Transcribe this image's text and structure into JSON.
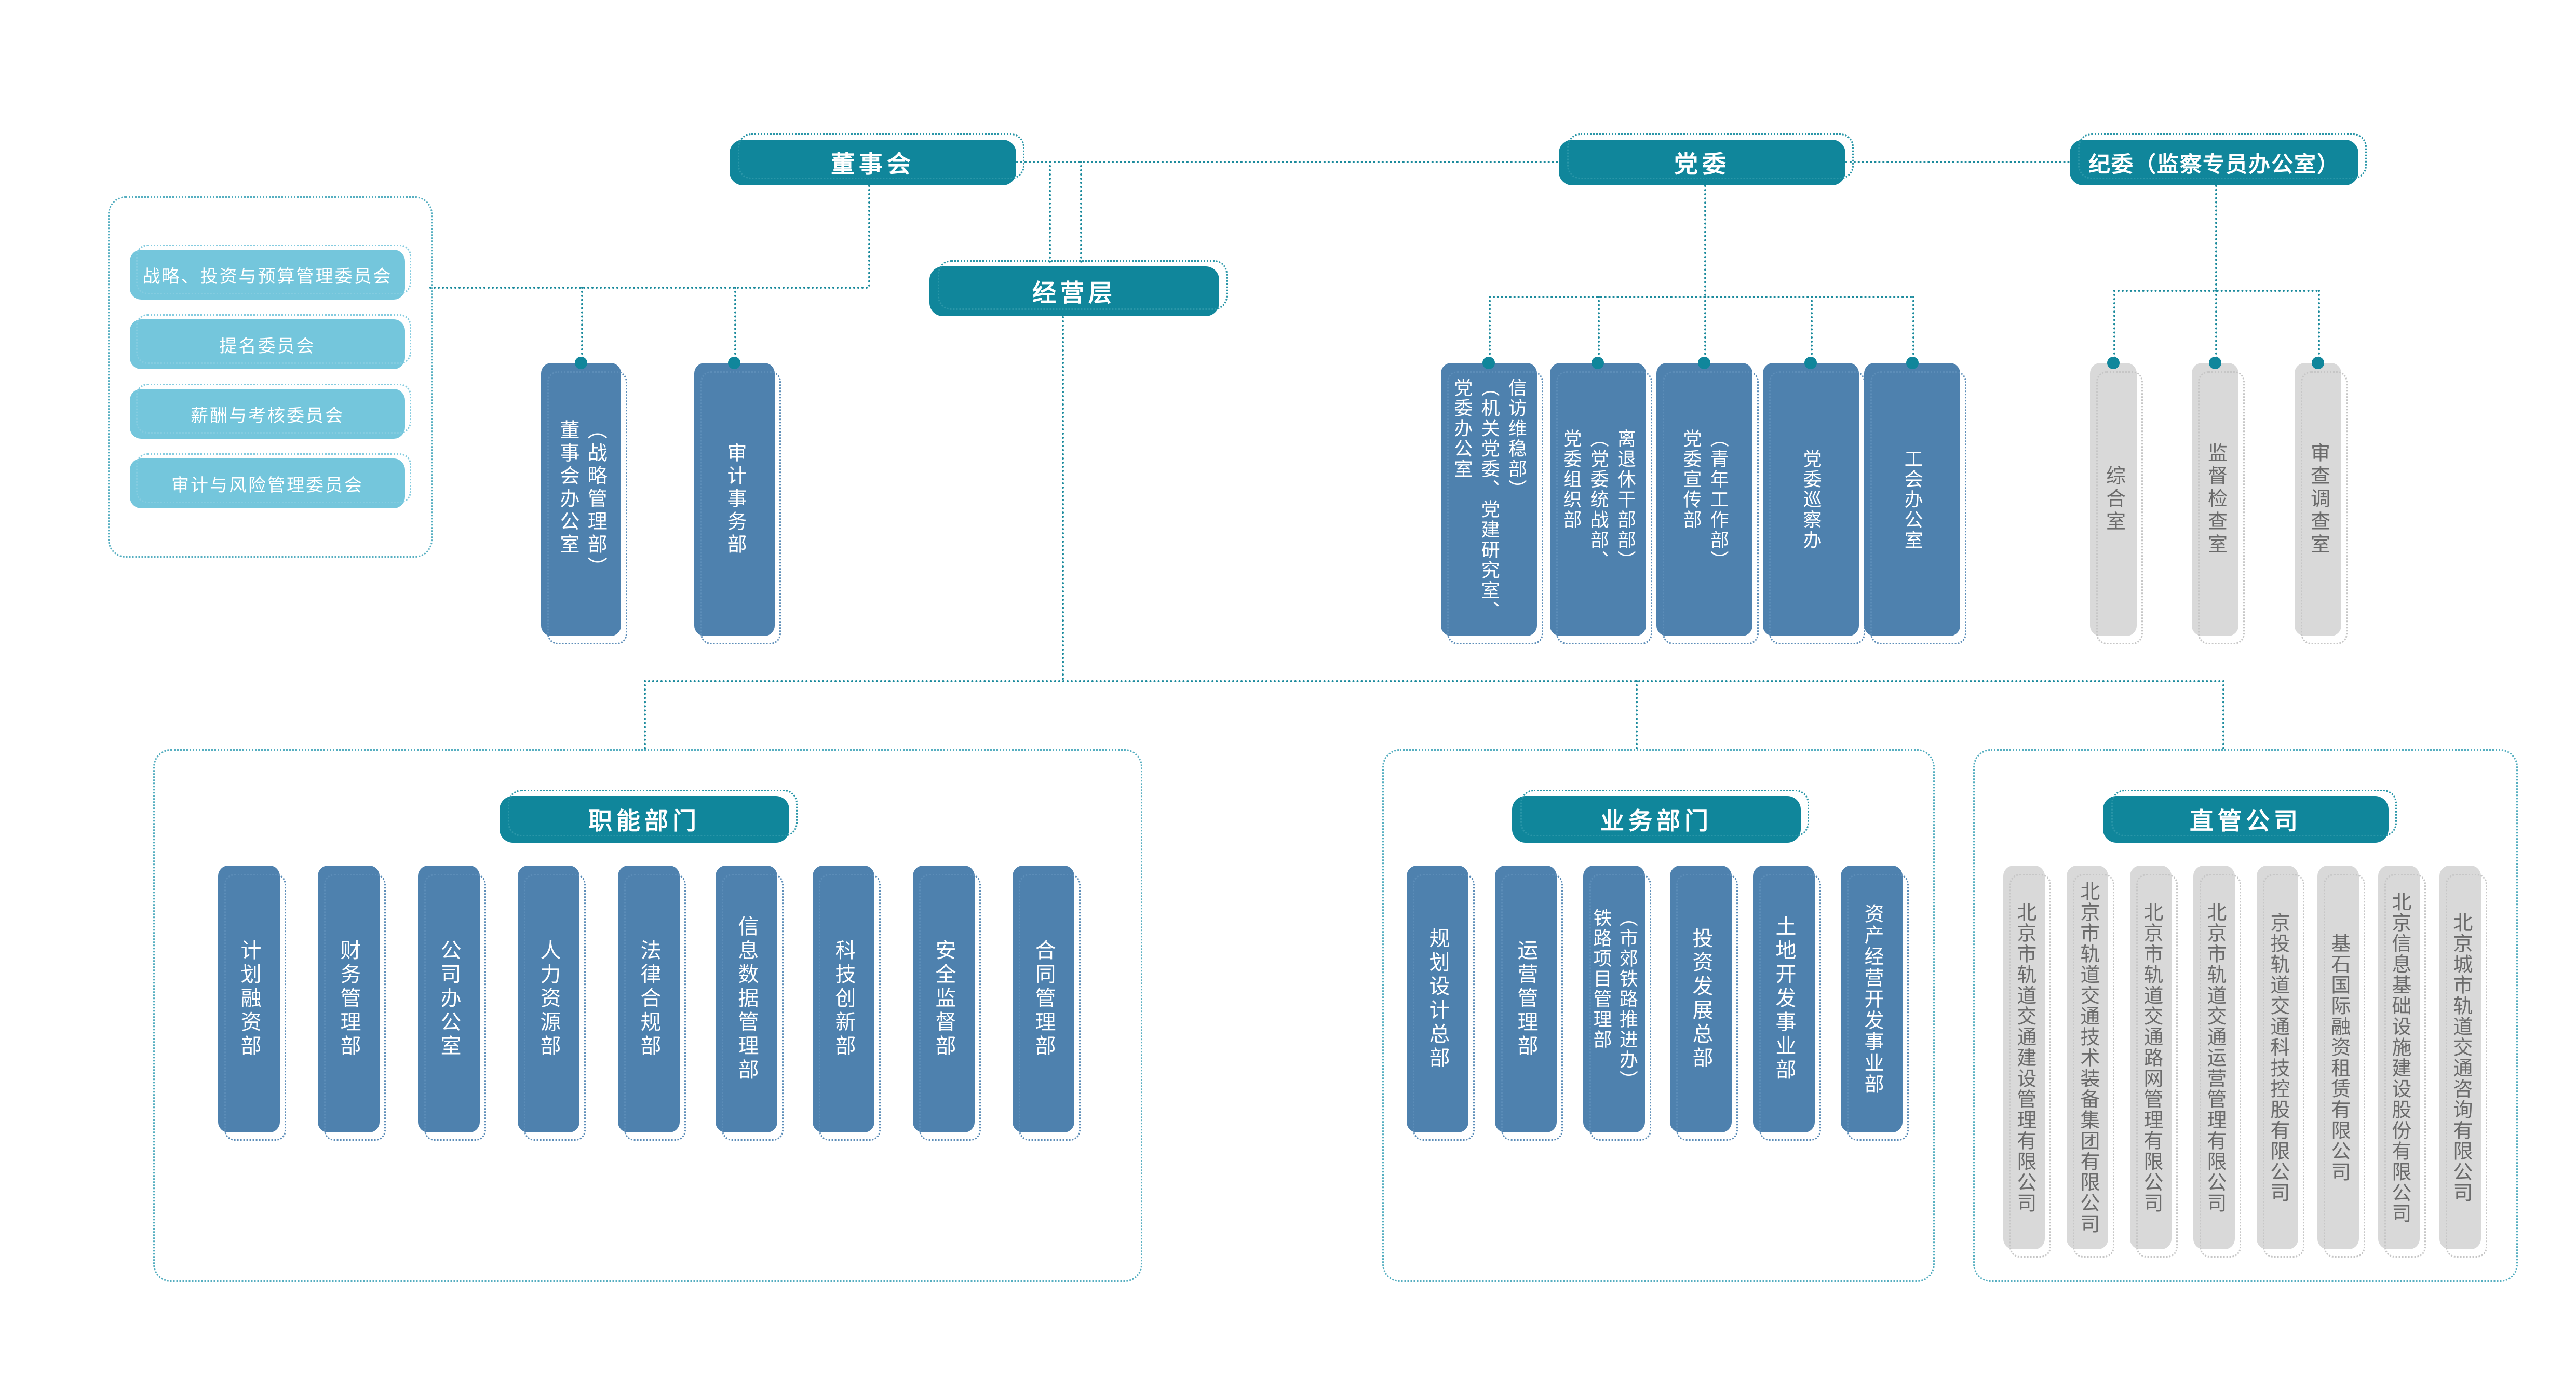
{
  "palette": {
    "teal": "#10869B",
    "blue": "#4E81AE",
    "light_blue": "#74C6DC",
    "gray_box": "#D9D9D9",
    "gray_text": "#6B6B6B",
    "connector": "#1B8A9C"
  },
  "top": {
    "board": "董事会",
    "party": "党委",
    "discipline": "纪委（监察专员办公室）",
    "management": "经营层"
  },
  "board_committees": [
    "战略、投资与预算管理委员会",
    "提名委员会",
    "薪酬与考核委员会",
    "审计与风险管理委员会"
  ],
  "board_offices": [
    "董事会办公室\n（战略管理部）",
    "审计事务部"
  ],
  "party_offices": [
    "党委办公室\n（机关党委、党建研究室、\n信访维稳部）",
    "党委组织部\n（党委统战部、\n离退休干部部）",
    "党委宣传部\n（青年工作部）",
    "党委巡察办",
    "工会办公室"
  ],
  "discipline_offices": [
    "综合室",
    "监督检查室",
    "审查调查室"
  ],
  "groups": [
    {
      "label": "职能部门",
      "items": [
        "计划融资部",
        "财务管理部",
        "公司办公室",
        "人力资源部",
        "法律合规部",
        "信息数据管理部",
        "科技创新部",
        "安全监督部",
        "合同管理部"
      ]
    },
    {
      "label": "业务部门",
      "items": [
        "规划设计总部",
        "运营管理部",
        "铁路项目管理部\n（市郊铁路推进办）",
        "投资发展总部",
        "土地开发事业部",
        "资产经营开发事业部"
      ]
    },
    {
      "label": "直管公司",
      "items": [
        "北京市轨道交通建设管理有限公司",
        "北京市轨道交通技术装备集团有限公司",
        "北京市轨道交通路网管理有限公司",
        "北京市轨道交通运营管理有限公司",
        "京投轨道交通科技控股有限公司",
        "基石国际融资租赁有限公司",
        "北京信息基础设施建设股份有限公司",
        "北京城市轨道交通咨询有限公司"
      ]
    }
  ]
}
